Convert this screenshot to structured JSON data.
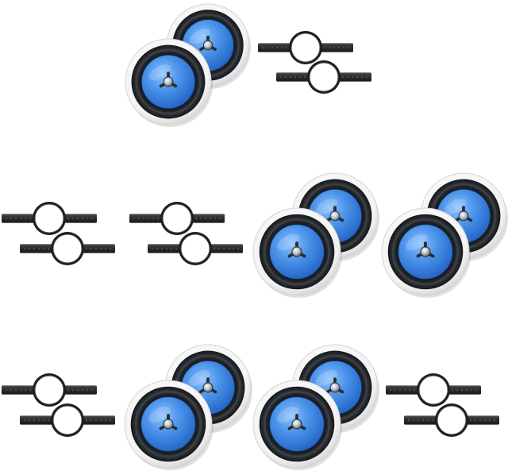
{
  "image": {
    "subject": "product-photo",
    "background_color": "#ffffff"
  },
  "palette": {
    "cone_blue": "#2f7fe0",
    "cone_blue_light": "#5aa2f2",
    "cone_highlight": "#8cc2ff",
    "surround_black": "#17191c",
    "surround_dark": "#2a2d31",
    "grille_white": "#f7f7f7",
    "grille_edge": "#d4d4d4",
    "bracket_dark": "#2b2b2b",
    "bracket_mid": "#555555",
    "tweeter_silver": "#c9ced6"
  },
  "groups": [
    {
      "kind": "speaker-pair",
      "icon": "ceiling-speaker-pair-icon"
    },
    {
      "kind": "bracket-pair",
      "icon": "mounting-bracket-pair-icon"
    },
    {
      "kind": "bracket-pair",
      "icon": "mounting-bracket-pair-icon"
    },
    {
      "kind": "bracket-pair",
      "icon": "mounting-bracket-pair-icon"
    },
    {
      "kind": "speaker-pair",
      "icon": "ceiling-speaker-pair-icon"
    },
    {
      "kind": "speaker-pair",
      "icon": "ceiling-speaker-pair-icon"
    },
    {
      "kind": "bracket-pair",
      "icon": "mounting-bracket-pair-icon"
    },
    {
      "kind": "speaker-pair",
      "icon": "ceiling-speaker-pair-icon"
    },
    {
      "kind": "speaker-pair",
      "icon": "ceiling-speaker-pair-icon"
    },
    {
      "kind": "bracket-pair",
      "icon": "mounting-bracket-pair-icon"
    }
  ]
}
